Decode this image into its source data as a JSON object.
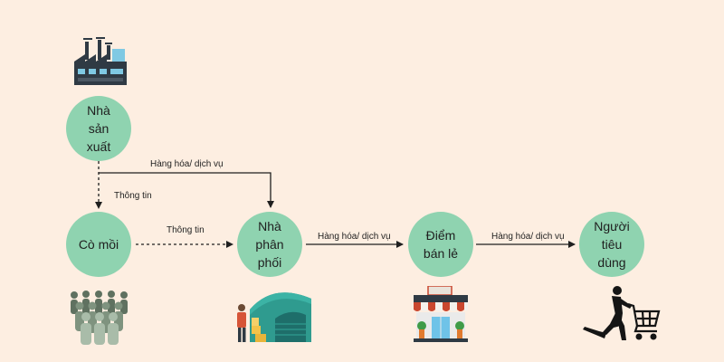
{
  "nodes": {
    "producer": {
      "label": "Nhà\nsản\nxuất"
    },
    "broker": {
      "label": "Cò mồi"
    },
    "distributor": {
      "label": "Nhà\nphân\nphối"
    },
    "retail": {
      "label": "Điểm\nbán lẻ"
    },
    "consumer": {
      "label": "Người\ntiêu\ndùng"
    }
  },
  "edges": {
    "producer_to_distributor": "Hàng hóa/ dịch vụ",
    "producer_to_broker": "Thông tin",
    "broker_to_distributor": "Thông tin",
    "distributor_to_retail": "Hàng hóa/ dịch vụ",
    "retail_to_consumer": "Hàng hóa/ dịch vụ"
  },
  "icons": {
    "factory": "factory-icon",
    "crowd": "crowd-icon",
    "warehouse": "warehouse-icon",
    "store": "store-icon",
    "shopper": "shopping-cart-runner-icon"
  },
  "colors": {
    "background": "#fdeee1",
    "node_fill": "#8fd3b0",
    "line": "#1f1f1f"
  }
}
